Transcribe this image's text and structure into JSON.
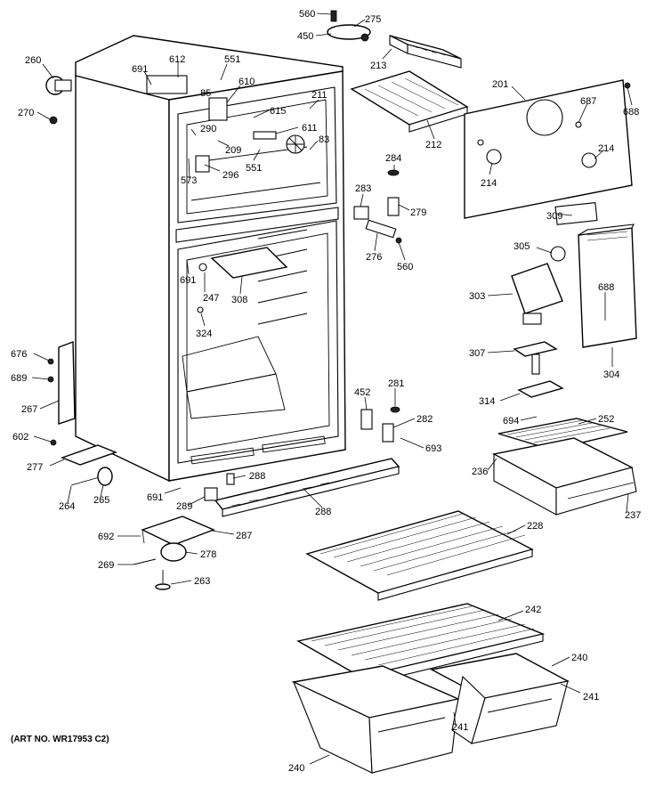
{
  "caption": "(ART NO. WR17953 C2)",
  "part_labels": {
    "p560a": "560",
    "p275": "275",
    "p450": "450",
    "p213": "213",
    "p260": "260",
    "p270": "270",
    "p691a": "691",
    "p612": "612",
    "p551a": "551",
    "p610": "610",
    "p85": "85",
    "p211": "211",
    "p615": "615",
    "p611": "611",
    "p290": "290",
    "p209": "209",
    "p83": "83",
    "p573": "573",
    "p296": "296",
    "p551b": "551",
    "p212": "212",
    "p201": "201",
    "p687": "687",
    "p688a": "688",
    "p214a": "214",
    "p214b": "214",
    "p284": "284",
    "p283": "283",
    "p279": "279",
    "p276": "276",
    "p560b": "560",
    "p309": "309",
    "p305": "305",
    "p691b": "691",
    "p247": "247",
    "p308": "308",
    "p324": "324",
    "p303": "303",
    "p688b": "688",
    "p304": "304",
    "p307": "307",
    "p676": "676",
    "p689": "689",
    "p267": "267",
    "p452": "452",
    "p281": "281",
    "p314": "314",
    "p282": "282",
    "p694": "694",
    "p252": "252",
    "p693": "693",
    "p602": "602",
    "p277": "277",
    "p236": "236",
    "p691c": "691",
    "p288a": "288",
    "p264": "264",
    "p265": "265",
    "p289": "289",
    "p288b": "288",
    "p237": "237",
    "p692": "692",
    "p287": "287",
    "p228": "228",
    "p269": "269",
    "p278": "278",
    "p263": "263",
    "p242": "242",
    "p240a": "240",
    "p241a": "241",
    "p241b": "241",
    "p240b": "240"
  }
}
